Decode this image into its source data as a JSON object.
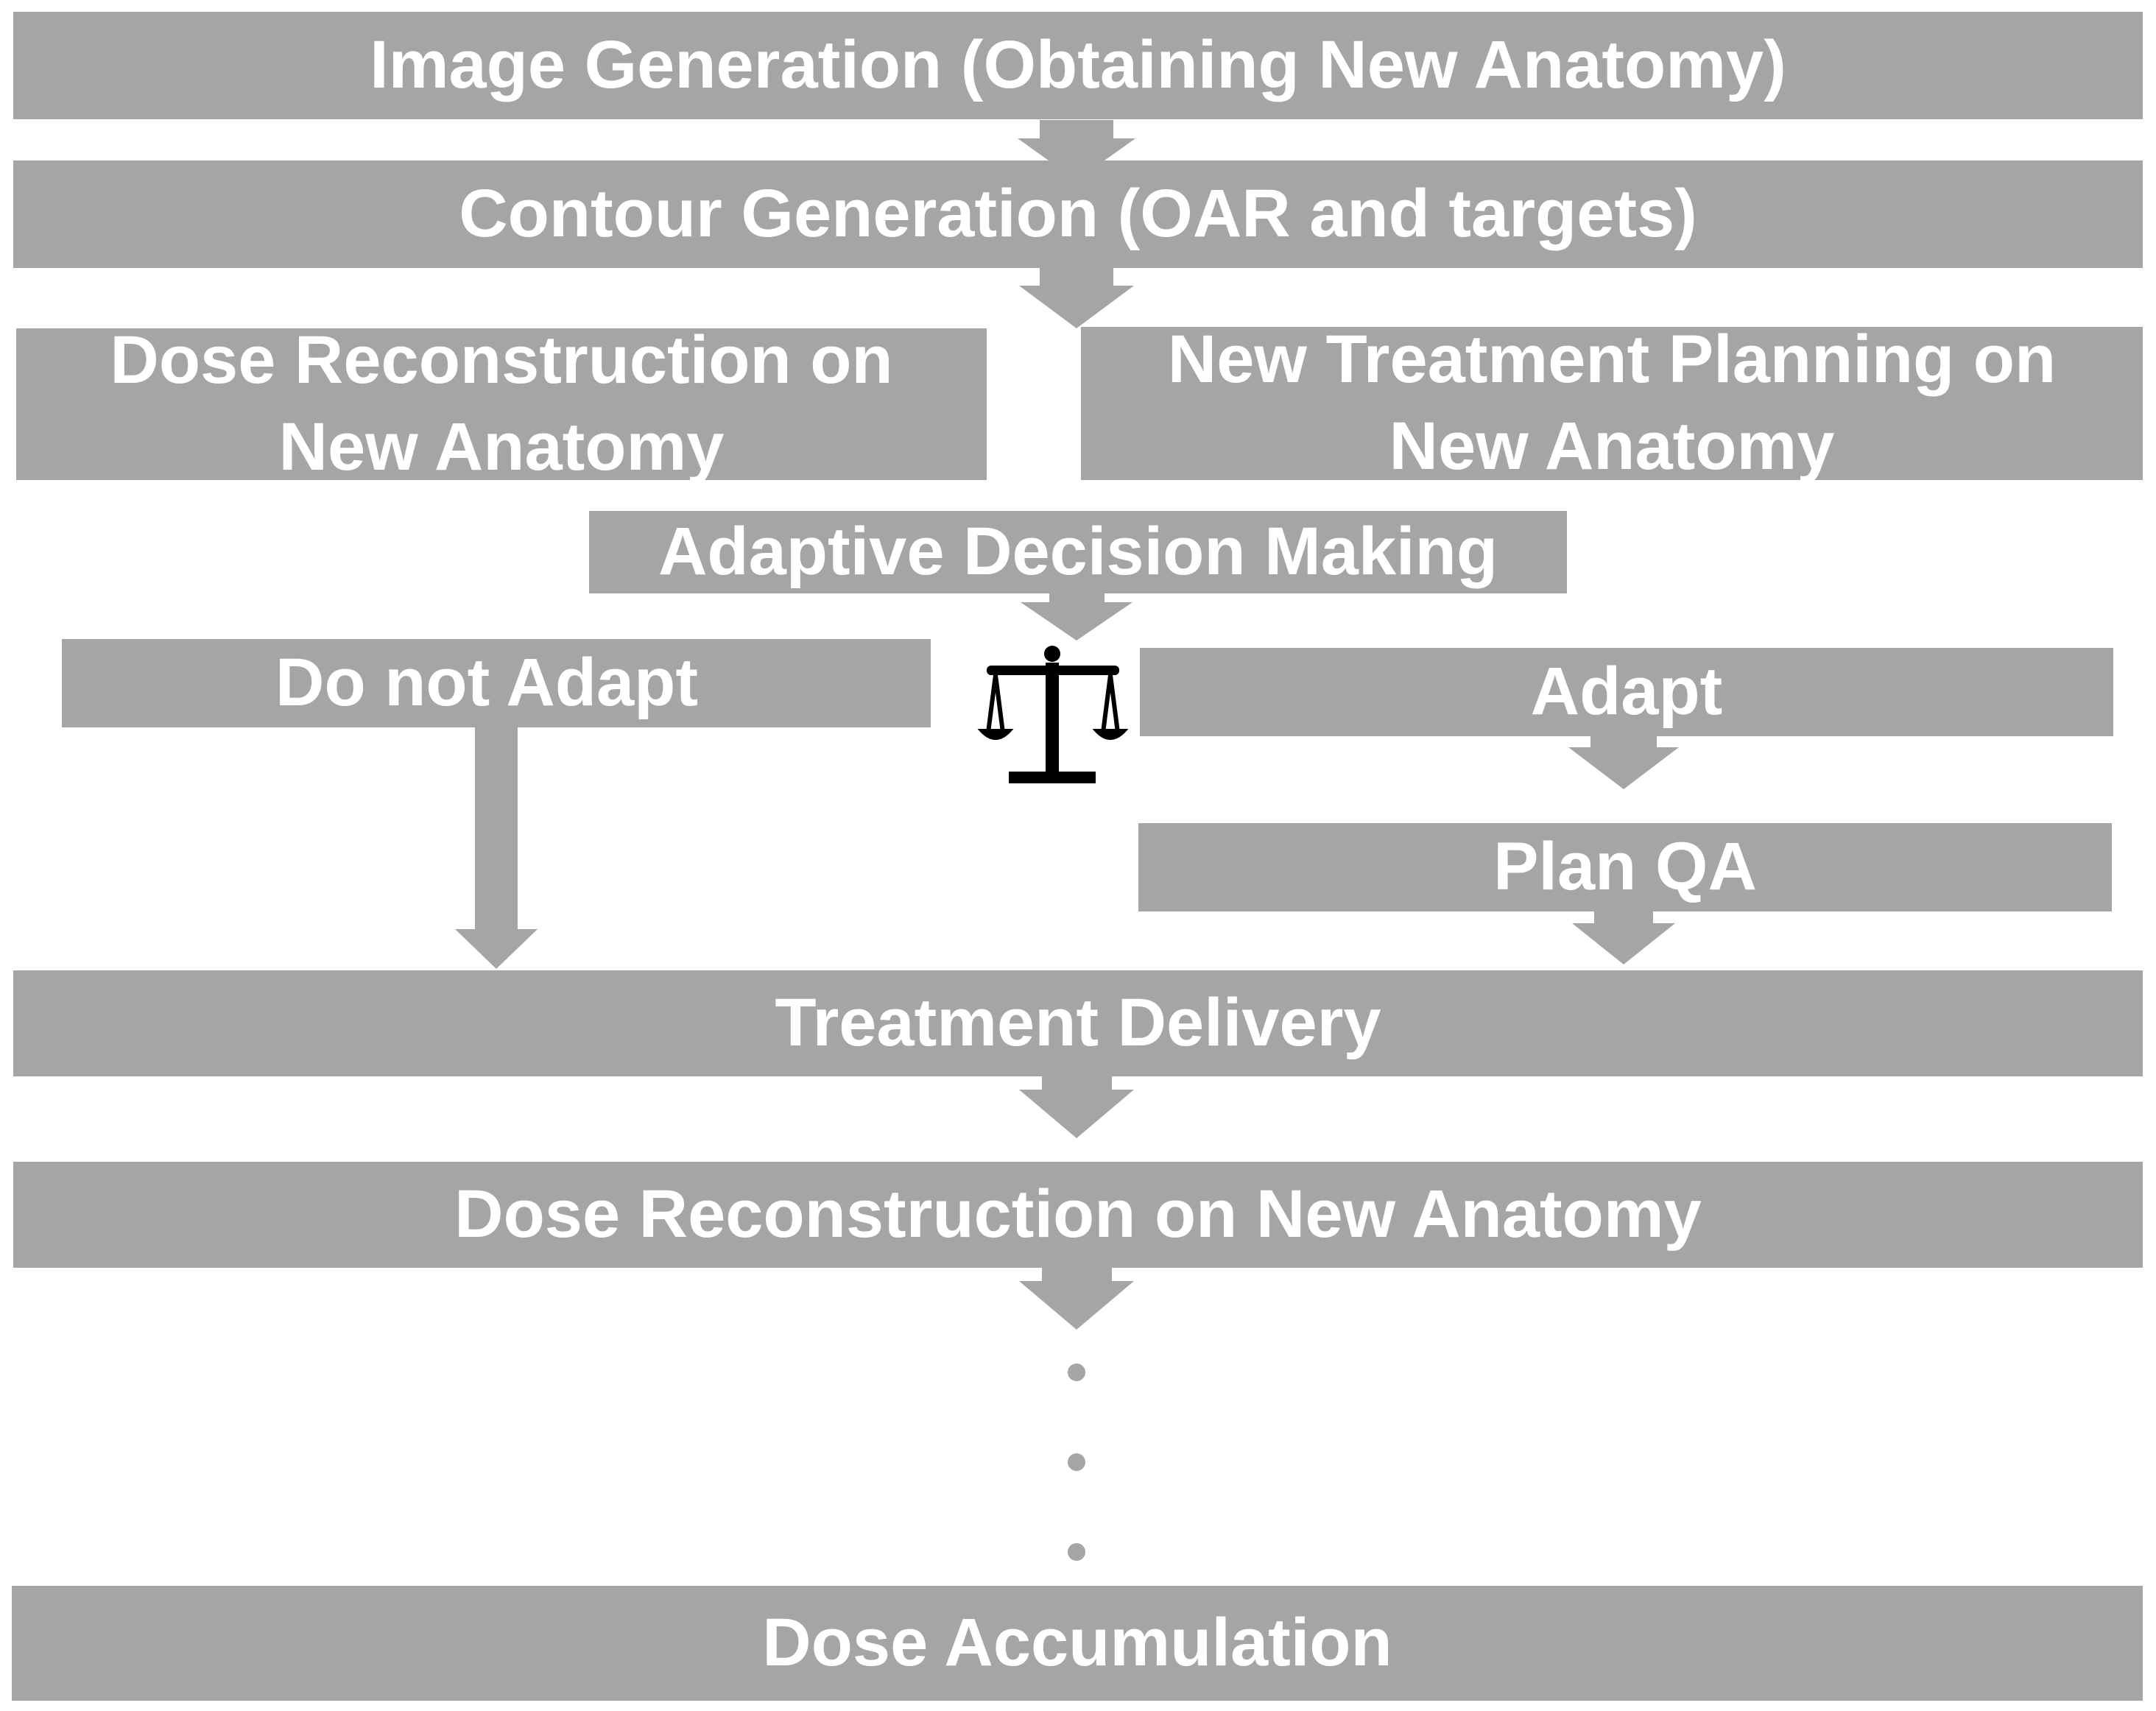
{
  "steps": {
    "image_generation": "Image Generation (Obtaining New Anatomy)",
    "contour_generation": "Contour Generation (OAR and targets)",
    "dose_reconstruction_left": [
      "Dose Reconstruction on",
      "New Anatomy"
    ],
    "new_treatment_planning": [
      "New Treatment Planning on",
      "New Anatomy"
    ],
    "adaptive_decision": "Adaptive Decision Making",
    "do_not_adapt": "Do not Adapt",
    "adapt": "Adapt",
    "plan_qa": "Plan QA",
    "treatment_delivery": "Treatment Delivery",
    "dose_reconstruction": "Dose Reconstruction on New Anatomy",
    "dose_accumulation": "Dose Accumulation"
  },
  "icons": {
    "decision_icon": "balance-scale-icon",
    "continuation_icon": "vertical-ellipsis-icon"
  },
  "colors": {
    "box": "#a5a5a5",
    "text": "#ffffff",
    "icon": "#000000"
  }
}
